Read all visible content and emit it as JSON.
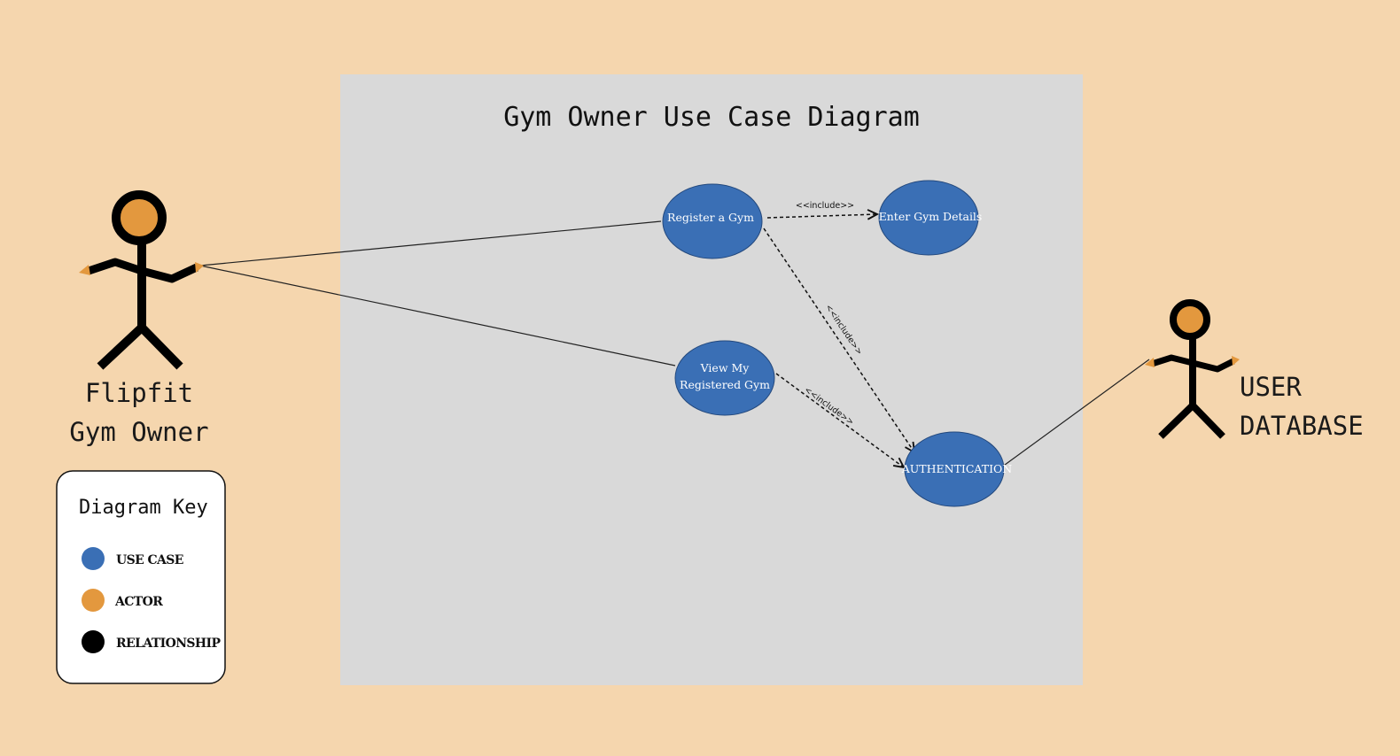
{
  "system": {
    "title": "Gym Owner Use Case Diagram"
  },
  "actors": {
    "gym_owner": {
      "line1": "Flipfit",
      "line2": "Gym Owner"
    },
    "user_database": {
      "line1": "USER",
      "line2": "DATABASE"
    }
  },
  "use_cases": {
    "register_gym": {
      "label": "Register a Gym"
    },
    "enter_details": {
      "label": "Enter Gym Details"
    },
    "view_gym": {
      "line1": "View My",
      "line2": "Registered Gym"
    },
    "authentication": {
      "label": "AUTHENTICATION"
    }
  },
  "relationships": {
    "include_1": "<<include>>",
    "include_2": "<<include>>",
    "include_3": "<<include>>"
  },
  "key": {
    "title": "Diagram Key",
    "items": [
      {
        "label": "USE CASE",
        "color": "#3a6fb5"
      },
      {
        "label": "ACTOR",
        "color": "#e3983e"
      },
      {
        "label": "RELATIONSHIP",
        "color": "#000000"
      }
    ]
  },
  "colors": {
    "background": "#f5d6ae",
    "system_box": "#d9d9d9",
    "use_case": "#3a6fb5",
    "actor_head": "#e3983e"
  }
}
